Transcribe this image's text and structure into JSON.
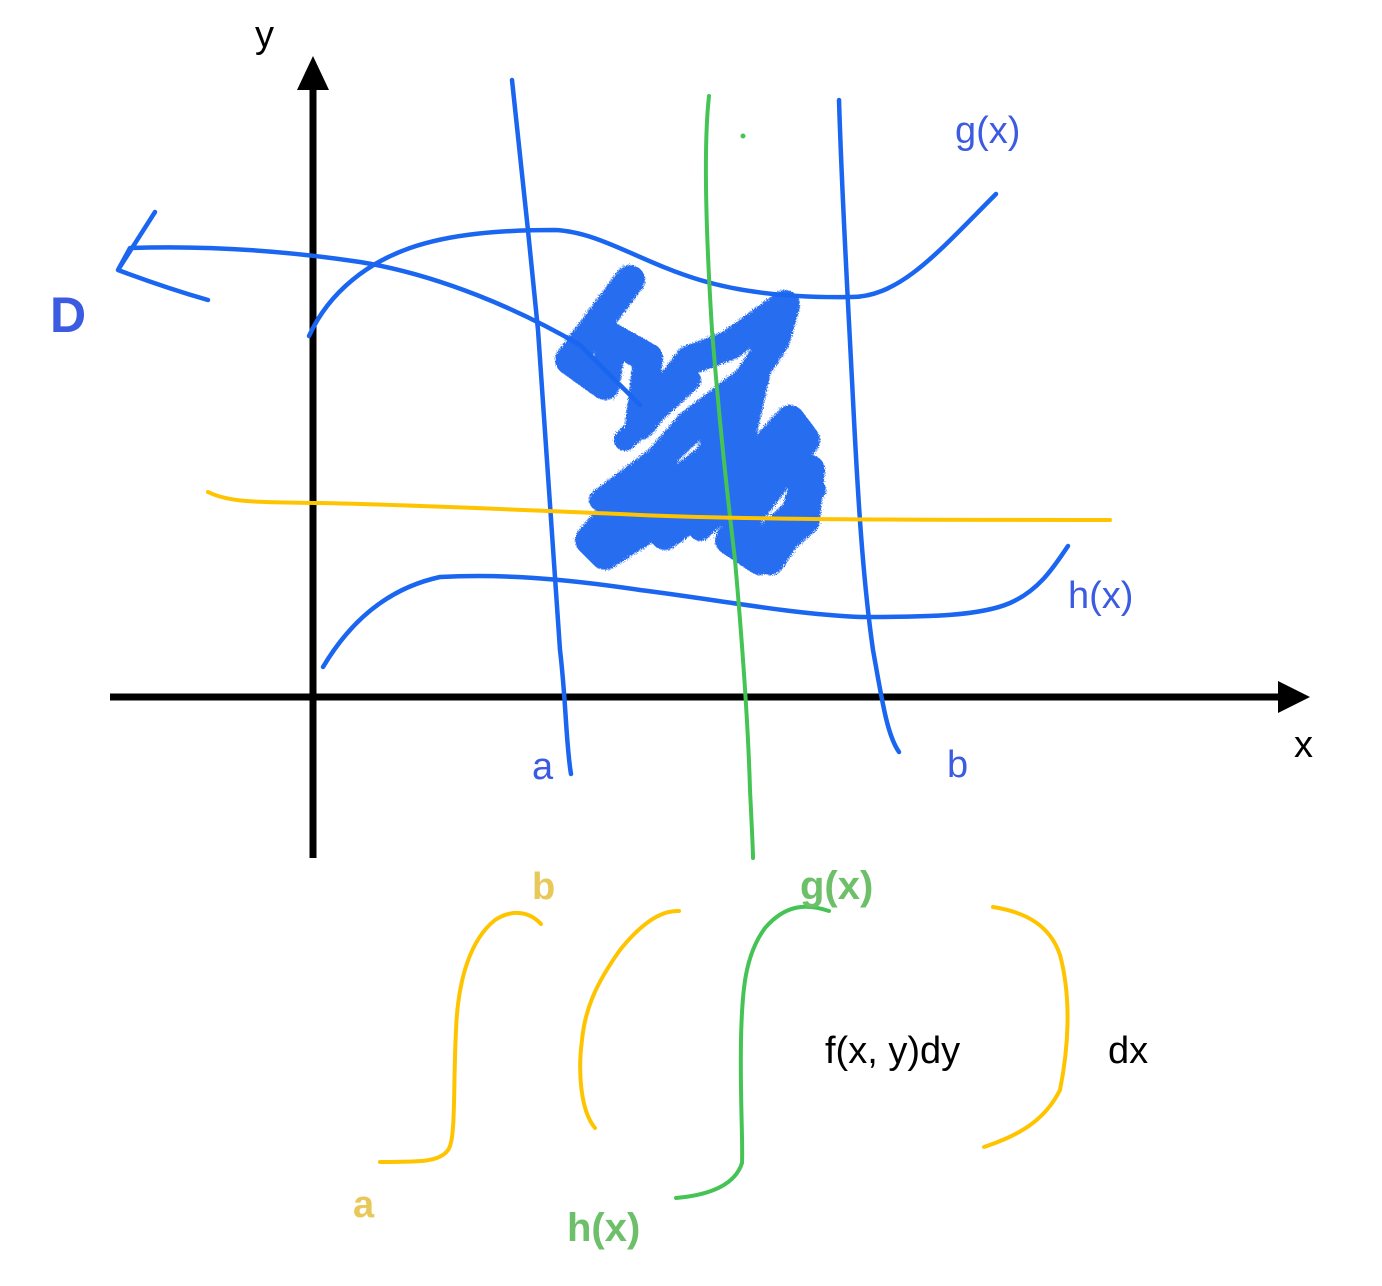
{
  "axes": {
    "x_label": "x",
    "y_label": "y"
  },
  "region_label": "D",
  "curves": {
    "upper": "g(x)",
    "lower": "h(x)"
  },
  "bounds": {
    "left": "a",
    "right": "b"
  },
  "integral": {
    "outer_upper": "b",
    "outer_lower": "a",
    "inner_upper": "g(x)",
    "inner_lower": "h(x)",
    "integrand": "f(x, y)dy",
    "outer_differential": "dx"
  },
  "colors": {
    "axis": "#000000",
    "blue": "#1A66F0",
    "blue_text": "#3B5BE0",
    "yellow": "#FFC400",
    "yellow_text": "#E9C85A",
    "green": "#45C455",
    "green_text": "#6DBF6A"
  }
}
